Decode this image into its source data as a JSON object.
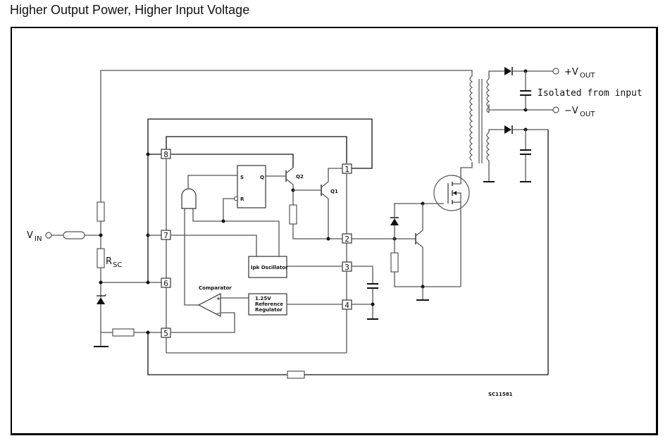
{
  "title": "Higher Output Power, Higher Input Voltage",
  "diagram": {
    "type": "schematic",
    "input_label": "V",
    "input_sub": "IN",
    "rsc_label": "R",
    "rsc_sub": "SC",
    "output_pos_label": "+V",
    "output_neg_label": "−V",
    "output_sub": "OUT",
    "isolation_note": "Isolated from input",
    "pins": [
      "1",
      "2",
      "3",
      "4",
      "5",
      "6",
      "7",
      "8"
    ],
    "flipflop": {
      "set": "S",
      "reset": "R",
      "output": "Q"
    },
    "transistors": [
      "Q2",
      "Q1"
    ],
    "oscillator_label": "Ipk  Oscillator",
    "comparator_label": "Comparator",
    "comparator_plus": "+",
    "comparator_minus": "−",
    "reference": [
      "1.25V",
      "Reference",
      "Regulator"
    ],
    "part_code": "SC11581"
  }
}
